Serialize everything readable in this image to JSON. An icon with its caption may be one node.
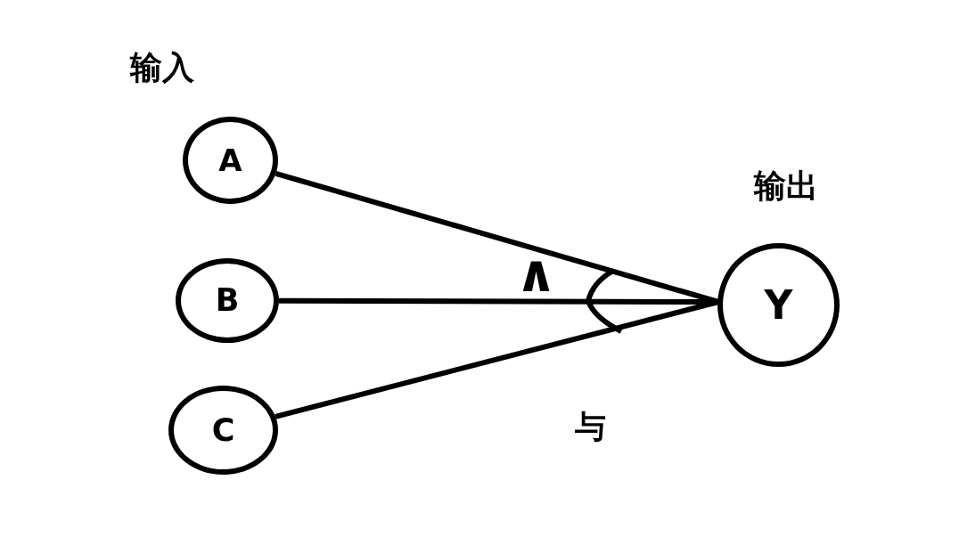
{
  "diagram": {
    "nodes": [
      {
        "text": [
          "A"
        ]
      },
      {
        "text": [
          "B"
        ]
      },
      {
        "text": [
          "C"
        ]
      },
      {
        "text": [
          "Y"
        ],
        "beside": [
          "输出"
        ]
      }
    ],
    "edges": [
      {
        "from": 0,
        "to": 3,
        "arrow": "none"
      },
      {
        "from": 1,
        "to": 3,
        "arrow": "none"
      },
      {
        "from": 2,
        "to": 3,
        "arrow": "none"
      }
    ],
    "labels": [
      "输入",
      "∧",
      "与"
    ]
  }
}
